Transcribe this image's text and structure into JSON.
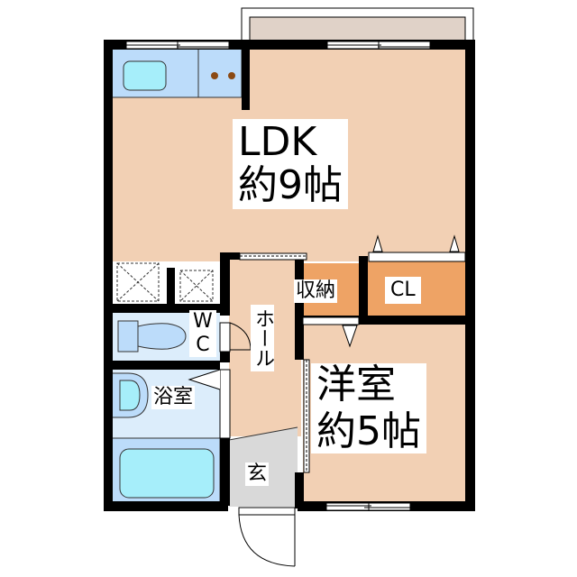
{
  "plan": {
    "colors": {
      "wall": "#000000",
      "room_floor": "#f2d0b4",
      "storage_floor": "#eea365",
      "wet_area": "#bcdcfa",
      "wet_fixture": "#a6eefa",
      "entrance_floor": "#d9d9d9",
      "balcony": "#e0d2c8",
      "stove_burner": "#8b4a14"
    },
    "rooms": {
      "ldk": {
        "line1": "LDK",
        "line2": "約9帖"
      },
      "western_room": {
        "line1": "洋室",
        "line2": "約5帖"
      },
      "hall": {
        "label": "ホール"
      },
      "storage": {
        "label": "収納"
      },
      "closet": {
        "label": "CL"
      },
      "wc": {
        "line1": "W",
        "line2": "C"
      },
      "bathroom": {
        "label": "浴室"
      },
      "entrance": {
        "label": "玄"
      }
    }
  }
}
